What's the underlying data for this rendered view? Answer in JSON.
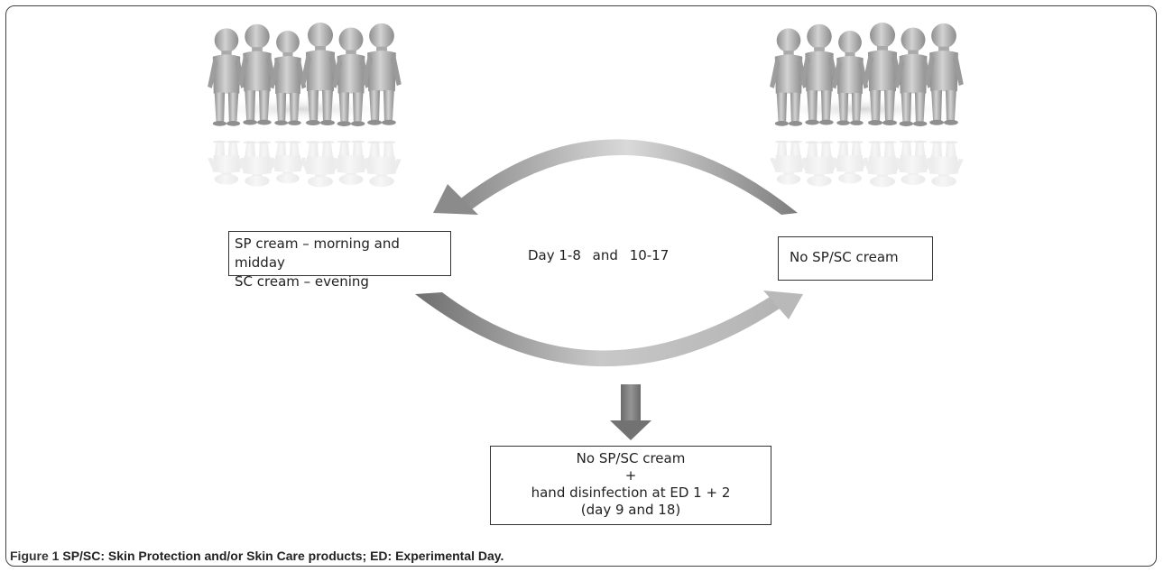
{
  "diagram": {
    "left_box": {
      "line1": "SP cream – morning and midday",
      "line2": "SC cream – evening"
    },
    "center_label": {
      "part1": "Day 1-8",
      "part2": "and",
      "part3": "10-17"
    },
    "right_box": {
      "text": "No SP/SC cream"
    },
    "bottom_box": {
      "line1": "No SP/SC cream",
      "line2": "+",
      "line3": "hand disinfection at ED 1 + 2",
      "line4": "(day 9 and 18)"
    },
    "colors": {
      "figure_gray": "#b5b5b5",
      "arrow_dark": "#7a7a7a",
      "arrow_light": "#cfcfcf"
    },
    "icons": [
      "people-group-icon",
      "people-group-icon"
    ]
  },
  "caption": {
    "label": "Figure 1",
    "text": "SP/SC: Skin Protection and/or Skin Care products; ED: Experimental Day."
  }
}
